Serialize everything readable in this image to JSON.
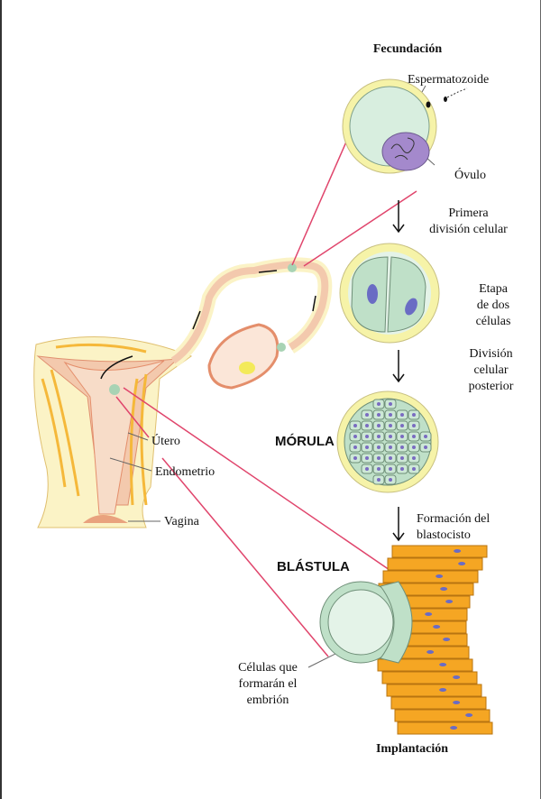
{
  "title_top": "Fecundación",
  "title_bottom": "Implantación",
  "labels": {
    "sperm": "Espermatozoide",
    "ovum": "Óvulo",
    "first_division": [
      "Primera",
      "división celular"
    ],
    "two_cell": [
      "Etapa",
      "de dos",
      "células"
    ],
    "further_division": [
      "División",
      "celular",
      "posterior"
    ],
    "morula": "MÓRULA",
    "blastocyst_formation": [
      "Formación del",
      "blastocisto"
    ],
    "blastula": "BLÁSTULA",
    "embryo_cells": [
      "Células que",
      "formarán el",
      "embrión"
    ],
    "uterus": "Útero",
    "endometrium": "Endometrio",
    "vagina": "Vagina"
  },
  "colors": {
    "zona": "#f3f0a0",
    "cell": "#cde8d6",
    "nucleus": "#9a78c0",
    "leader": "#e0456c",
    "tissue": "#e9a27e",
    "orange": "#f5a623"
  }
}
